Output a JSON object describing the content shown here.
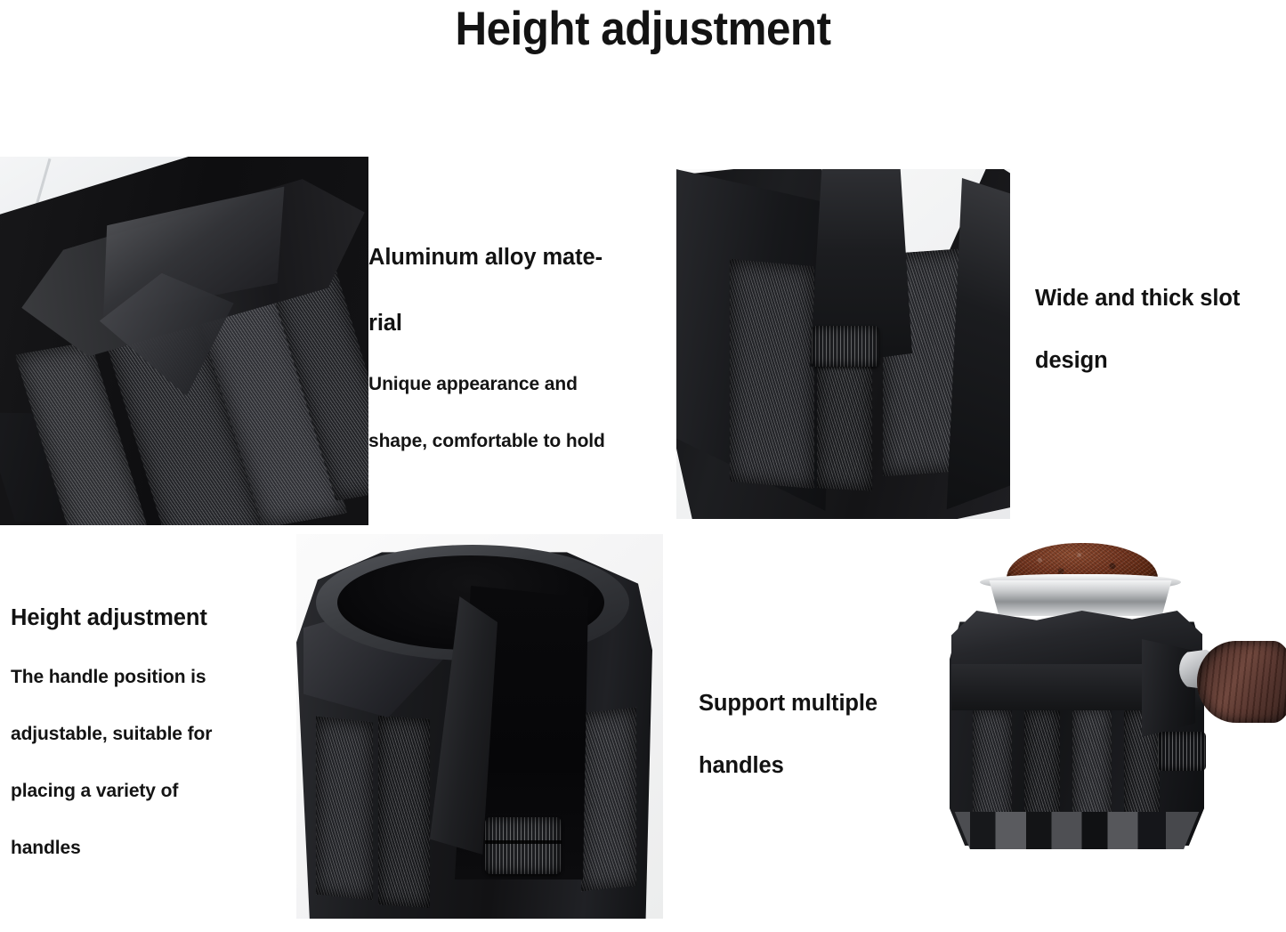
{
  "page": {
    "title": "Height adjustment",
    "background_color": "#ffffff",
    "text_color": "#121212"
  },
  "captions": {
    "aluminum": {
      "heading_line_1": "Aluminum alloy mate-",
      "heading_line_2": "rial",
      "body_line_1": "Unique appearance and",
      "body_line_2": "shape, comfortable to hold"
    },
    "slot": {
      "heading_line_1": "Wide and thick slot",
      "heading_line_2": "design"
    },
    "height": {
      "heading": "Height adjustment",
      "body_line_1": "The handle position is",
      "body_line_2": "adjustable, suitable for",
      "body_line_3": "placing a variety of",
      "body_line_4": "handles"
    },
    "support": {
      "heading_line_1": "Support multiple",
      "heading_line_2": "handles"
    }
  },
  "photos": {
    "top_left": {
      "subject": "close-up of black faceted aluminum alloy tamping station body with knurled texture panels",
      "body_color": "#141416",
      "highlight_color": "#3b3c3f",
      "backdrop_color": "#eceef0"
    },
    "top_right": {
      "subject": "wide thick slot of the tamper holder with knurled height adjustment screw",
      "body_color": "#17181b",
      "highlight_color": "#2f3034",
      "backdrop_color": "#f0f1f2"
    },
    "bottom_center": {
      "subject": "top view of the espresso tamper station cup showing the open bore, side slot and knurled adjustment knob",
      "body_color": "#1a1b1e",
      "rim_color": "#54565b",
      "bore_color": "#08080a",
      "backdrop_color": "#f2f2f3"
    },
    "bottom_right": {
      "subject": "tamping station holding a chrome portafilter basket heaped with ground coffee, wooden handle attached",
      "body_color": "#131416",
      "grounds_color": "#73351f",
      "chrome_color": "#cfd1d3",
      "wood_handle_color": "#55322a",
      "backdrop_color": "#ffffff"
    }
  }
}
